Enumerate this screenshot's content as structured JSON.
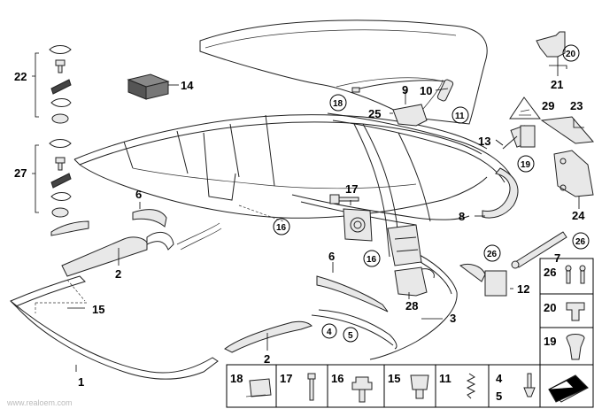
{
  "labels": {
    "p1": "1",
    "p2a": "2",
    "p2b": "2",
    "p3": "3",
    "p6a": "6",
    "p6b": "6",
    "p7": "7",
    "p8": "8",
    "p9": "9",
    "p10": "10",
    "p11": "11",
    "p12": "12",
    "p13": "13",
    "p14": "14",
    "p15": "15",
    "p16a": "16",
    "p16b": "16",
    "p17": "17",
    "p18": "18",
    "p19": "19",
    "p20": "20",
    "p21": "21",
    "p22": "22",
    "p23": "23",
    "p24": "24",
    "p25": "25",
    "p26": "26",
    "p27": "27",
    "p28": "28",
    "p29": "29",
    "p4": "4",
    "p5": "5"
  },
  "legend": {
    "r26": "26",
    "r20": "20",
    "r19": "19",
    "b18": "18",
    "b17": "17",
    "b16": "16",
    "b15": "15",
    "b11": "11",
    "b4": "4",
    "b5": "5"
  },
  "watermark": "www.realoem.com"
}
